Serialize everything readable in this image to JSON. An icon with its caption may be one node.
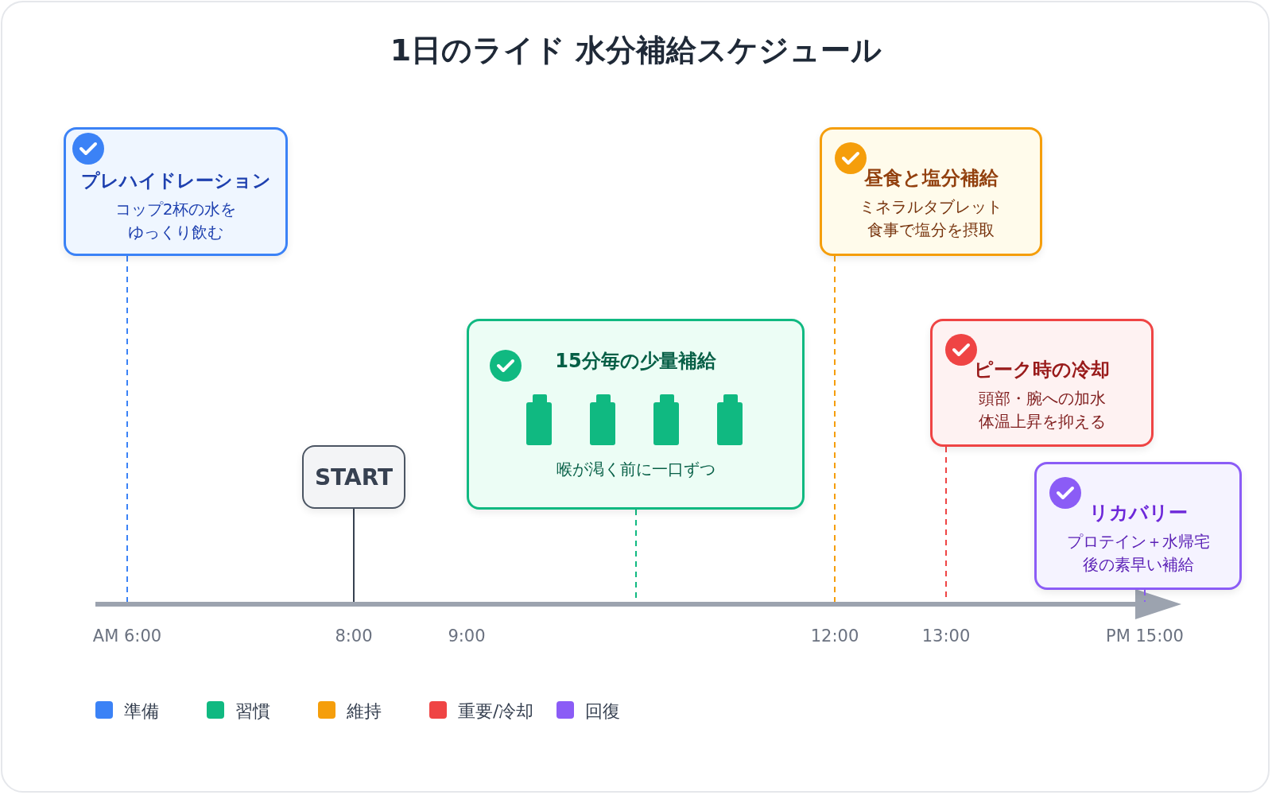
{
  "diagram": {
    "title": "1日のライド 水分補給スケジュール",
    "nodes": [
      {
        "text": [
          "プレハイドレーション",
          "コップ2杯の水をゆっくり飲む"
        ]
      },
      {
        "text": [
          "START"
        ]
      },
      {
        "text": [
          "15分毎の少量補給",
          "喉が渇く前に一口ずつ"
        ]
      },
      {
        "text": [
          "昼食と塩分補給",
          "ミネラルタブレット食事で塩分を摂取"
        ]
      },
      {
        "text": [
          "ピーク時の冷却",
          "頭部・腕への加水体温上昇を抑える"
        ]
      },
      {
        "text": [
          "リカバリー",
          "プロテイン＋水帰宅後の素早い補給"
        ]
      }
    ],
    "edges": [
      {
        "from": 0,
        "to": null,
        "arrow": "none",
        "style": "dashed",
        "color": "#3b82f6"
      },
      {
        "from": 1,
        "to": null,
        "arrow": "none",
        "color": "#374151"
      },
      {
        "from": 2,
        "to": null,
        "arrow": "none",
        "style": "dashed",
        "color": "#10b981"
      },
      {
        "from": 3,
        "to": null,
        "arrow": "none",
        "style": "dashed",
        "color": "#f59e0b"
      },
      {
        "from": 4,
        "to": null,
        "arrow": "none",
        "style": "dashed",
        "color": "#ef4444"
      },
      {
        "from": 5,
        "to": null,
        "arrow": "none",
        "style": "dashed",
        "color": "#8b5cf6"
      }
    ],
    "labels": [
      "AM 6:00",
      "8:00",
      "9:00",
      "12:00",
      "13:00",
      "PM 15:00"
    ],
    "legend": [
      {
        "text": "準備",
        "color": "#3b82f6"
      },
      {
        "text": "習慣",
        "color": "#10b981"
      },
      {
        "text": "維持",
        "color": "#f59e0b"
      },
      {
        "text": "重要/冷却",
        "color": "#ef4444"
      },
      {
        "text": "回復",
        "color": "#8b5cf6"
      }
    ]
  }
}
